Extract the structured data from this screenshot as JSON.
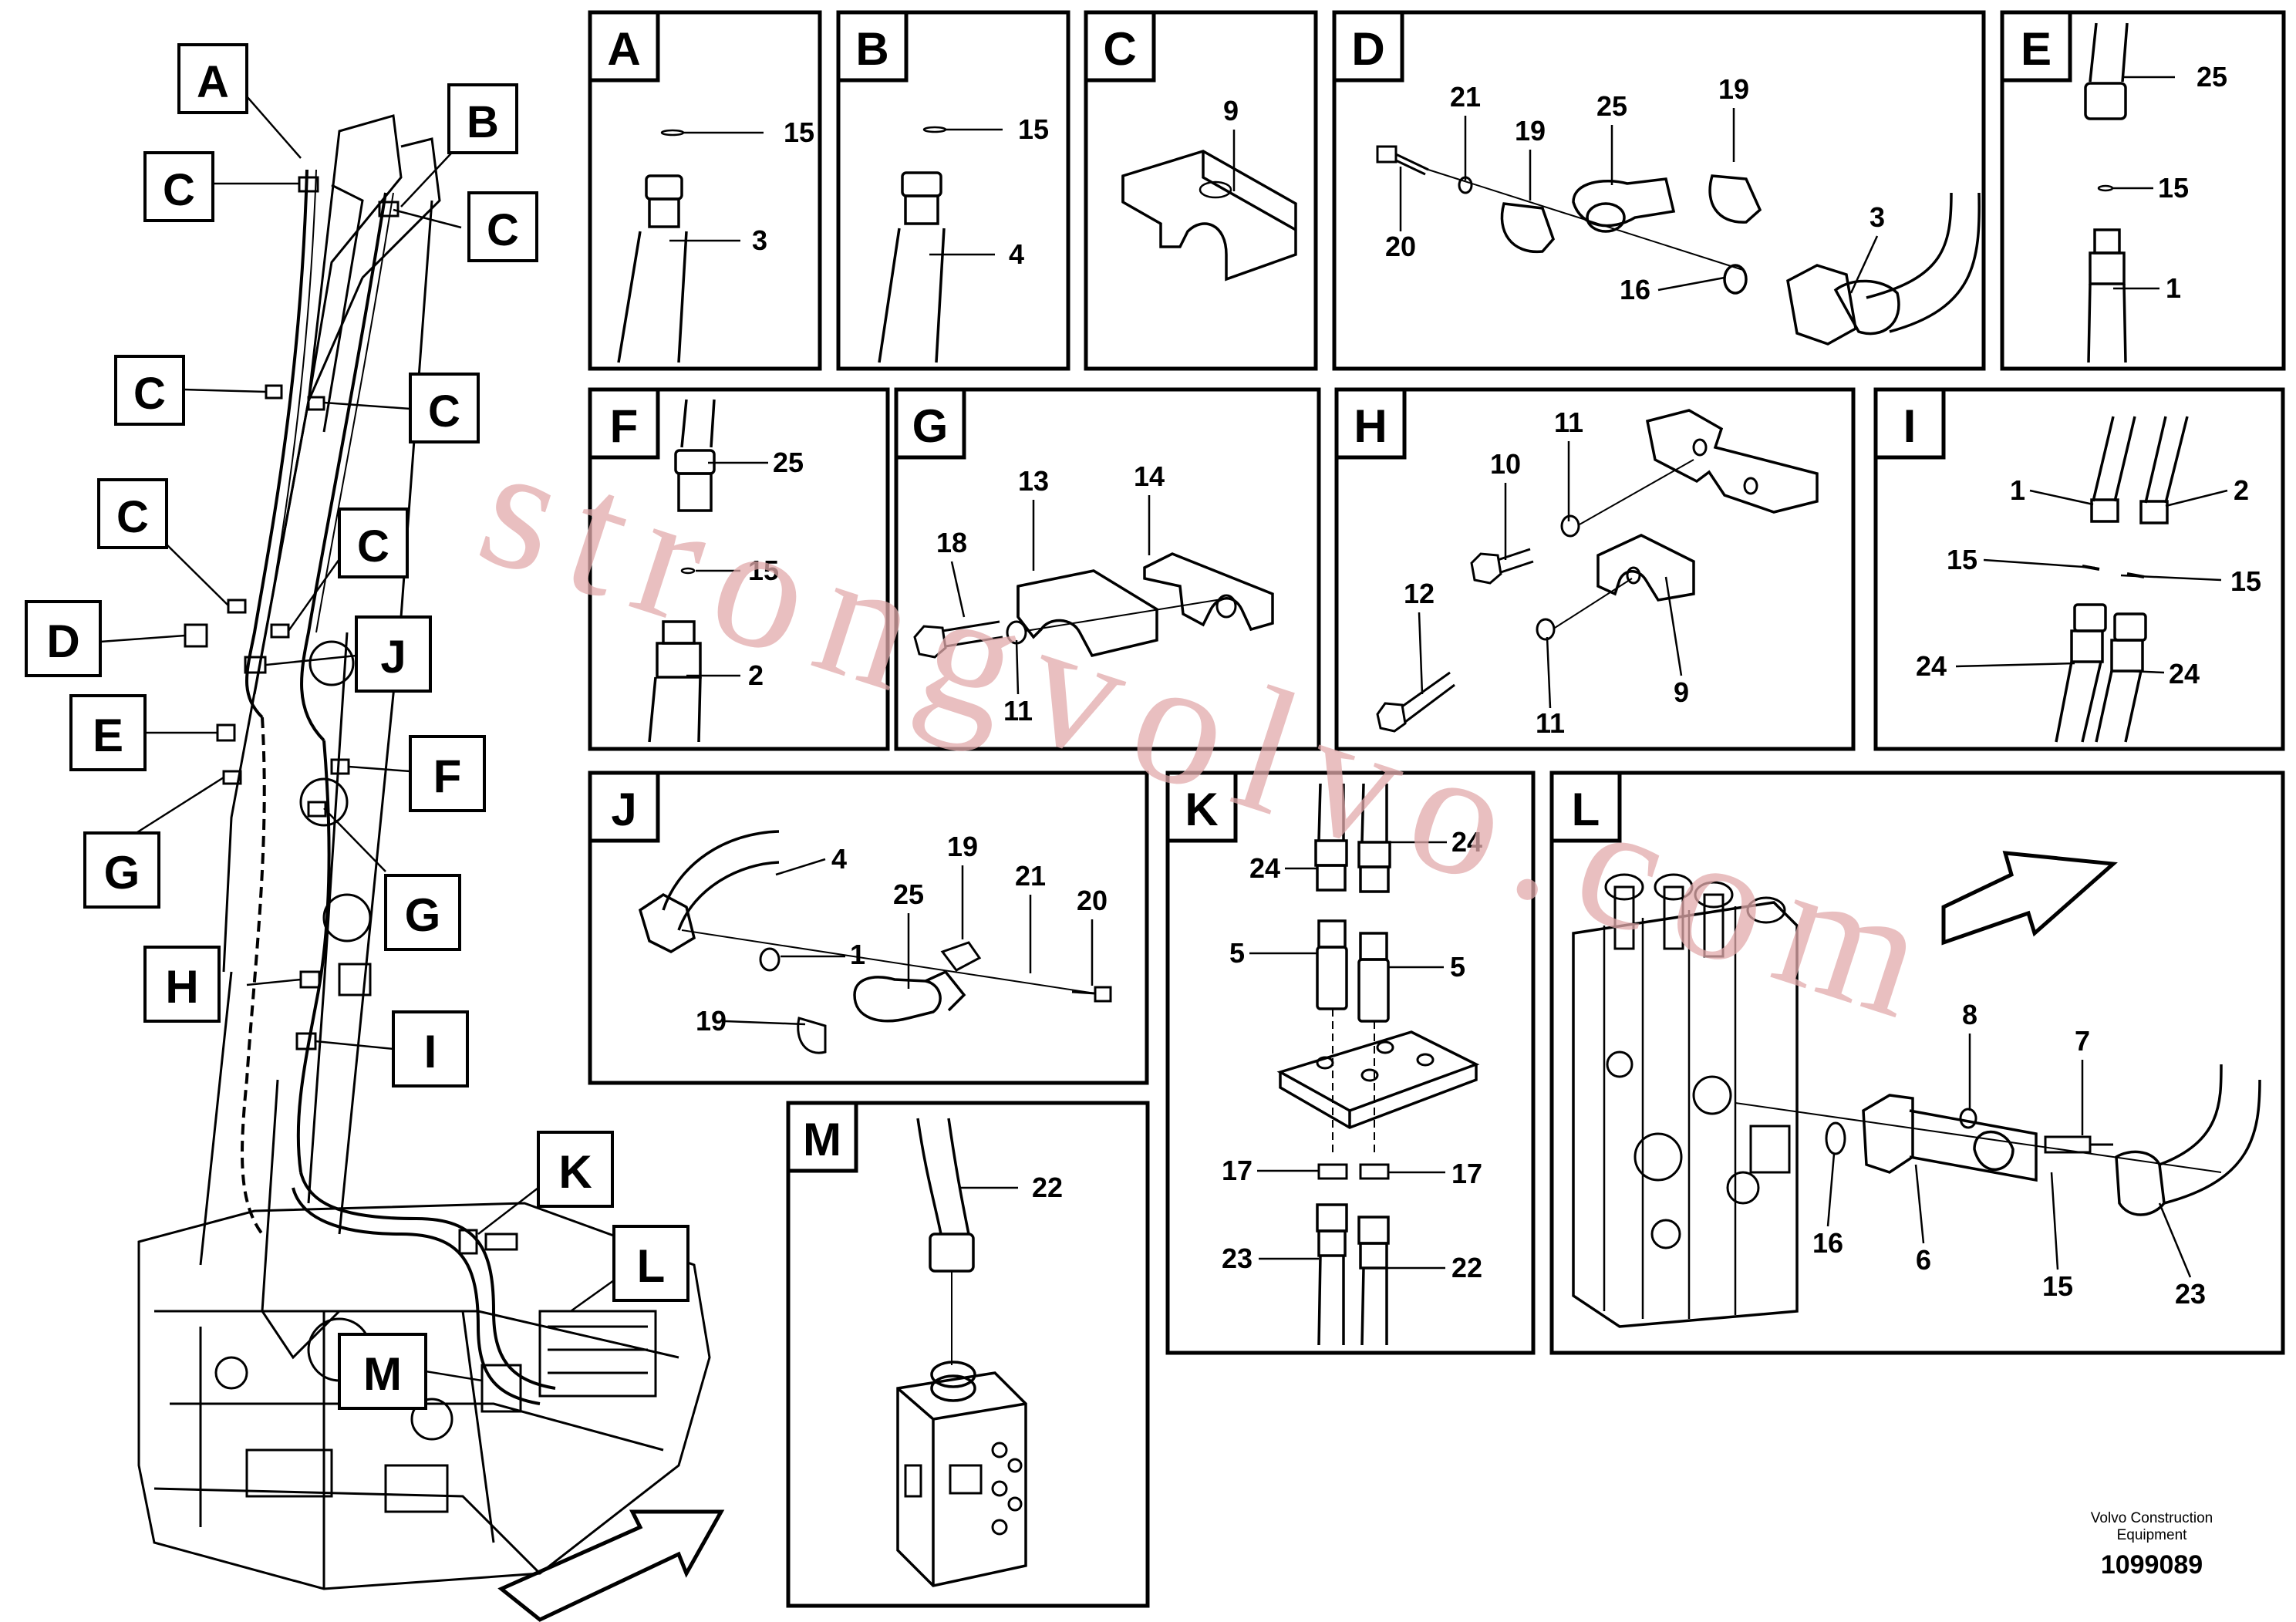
{
  "diagram": {
    "callout_letters": [
      "A",
      "B",
      "C",
      "D",
      "E",
      "F",
      "G",
      "H",
      "I",
      "J",
      "K",
      "L",
      "M"
    ],
    "panels": [
      {
        "letter": "A",
        "parts": [
          "15",
          "3"
        ]
      },
      {
        "letter": "B",
        "parts": [
          "15",
          "4"
        ]
      },
      {
        "letter": "C",
        "parts": [
          "9"
        ]
      },
      {
        "letter": "D",
        "parts": [
          "21",
          "19",
          "25",
          "19",
          "20",
          "3",
          "16"
        ]
      },
      {
        "letter": "E",
        "parts": [
          "25",
          "15",
          "1"
        ]
      },
      {
        "letter": "F",
        "parts": [
          "25",
          "15",
          "2"
        ]
      },
      {
        "letter": "G",
        "parts": [
          "13",
          "14",
          "18",
          "11"
        ]
      },
      {
        "letter": "H",
        "parts": [
          "11",
          "10",
          "12",
          "11",
          "9"
        ]
      },
      {
        "letter": "I",
        "parts": [
          "1",
          "2",
          "15",
          "15",
          "24",
          "24"
        ]
      },
      {
        "letter": "J",
        "parts": [
          "4",
          "19",
          "21",
          "20",
          "25",
          "1",
          "19"
        ]
      },
      {
        "letter": "K",
        "parts": [
          "24",
          "24",
          "5",
          "5",
          "17",
          "17",
          "23",
          "22"
        ]
      },
      {
        "letter": "L",
        "parts": [
          "8",
          "7",
          "16",
          "6",
          "15",
          "23"
        ]
      },
      {
        "letter": "M",
        "parts": [
          "22"
        ]
      }
    ]
  },
  "watermark": "strongvolvo.com",
  "footer": {
    "brand_line1": "Volvo Construction",
    "brand_line2": "Equipment",
    "doc_number": "1099089"
  },
  "colors": {
    "line": "#000000",
    "watermark": "#e2a9ab",
    "background": "#ffffff"
  }
}
